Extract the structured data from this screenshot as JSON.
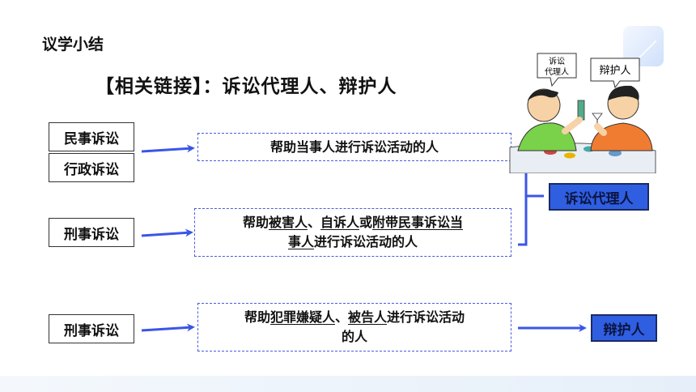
{
  "section_title": "议学小结",
  "heading": "【相关链接】：诉讼代理人、辩护人",
  "left_labels": {
    "civil": "民事诉讼",
    "administrative": "行政诉讼",
    "criminal_1": "刑事诉讼",
    "criminal_2": "刑事诉讼"
  },
  "descriptions": {
    "box1": "帮助当事人进行诉讼活动的人",
    "box2": {
      "line1": [
        {
          "t": "帮助",
          "u": false
        },
        {
          "t": "被害人",
          "u": true
        },
        {
          "t": "、",
          "u": false
        },
        {
          "t": "自诉人",
          "u": true
        },
        {
          "t": "或",
          "u": false
        },
        {
          "t": "附带民事诉讼当",
          "u": true
        }
      ],
      "line2": [
        {
          "t": "事人",
          "u": true
        },
        {
          "t": "进行诉讼活动的人",
          "u": false
        }
      ]
    },
    "box3": {
      "line1": [
        {
          "t": "帮助",
          "u": false
        },
        {
          "t": "犯罪嫌疑人",
          "u": true
        },
        {
          "t": "、",
          "u": false
        },
        {
          "t": "被告人",
          "u": true
        },
        {
          "t": "进行诉讼活动",
          "u": false
        }
      ],
      "line2": [
        {
          "t": "的人",
          "u": false
        }
      ]
    }
  },
  "targets": {
    "agent": "诉讼代理人",
    "defender": "辩护人"
  },
  "cartoon": {
    "bubble_left": [
      "诉讼",
      "代理人"
    ],
    "bubble_right": "辩护人"
  },
  "colors": {
    "arrow": "#3a56e8",
    "dashed_border": "#4a5be0",
    "target_fill": "#2f5fe0"
  }
}
